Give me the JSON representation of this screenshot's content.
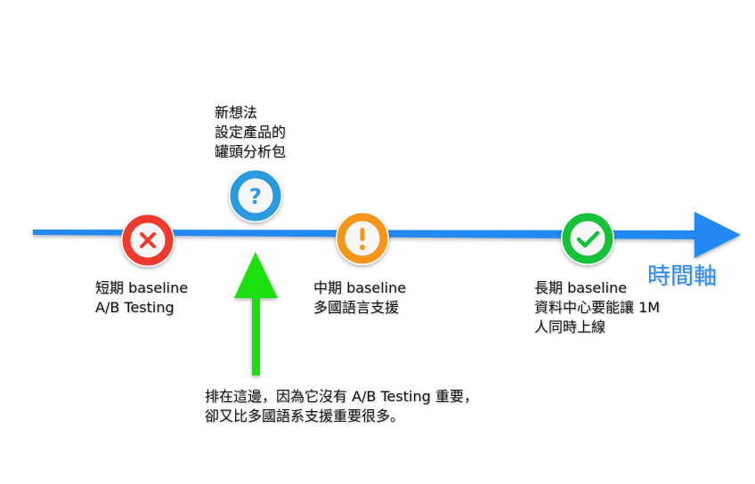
{
  "axis_label": "時間軸",
  "milestones": [
    {
      "icon": "x-icon",
      "color": "#ee3a2c",
      "lines": [
        "短期 baseline",
        "A/B Testing"
      ]
    },
    {
      "icon": "question-icon",
      "color": "#2a9be0",
      "lines": [
        "新想法",
        "設定產品的",
        "罐頭分析包"
      ]
    },
    {
      "icon": "exclamation-icon",
      "color": "#f5961c",
      "lines": [
        "中期 baseline",
        "多國語言支援"
      ]
    },
    {
      "icon": "check-icon",
      "color": "#17c13a",
      "lines": [
        "長期 baseline",
        "資料中心要能讓 1M",
        "人同時上線"
      ]
    }
  ],
  "annotation": {
    "color": "#1ee010",
    "lines": [
      "排在這邊，因為它沒有 A/B Testing 重要，",
      "卻又比多國語系支援重要很多。"
    ]
  },
  "timeline_color": "#2389f2"
}
